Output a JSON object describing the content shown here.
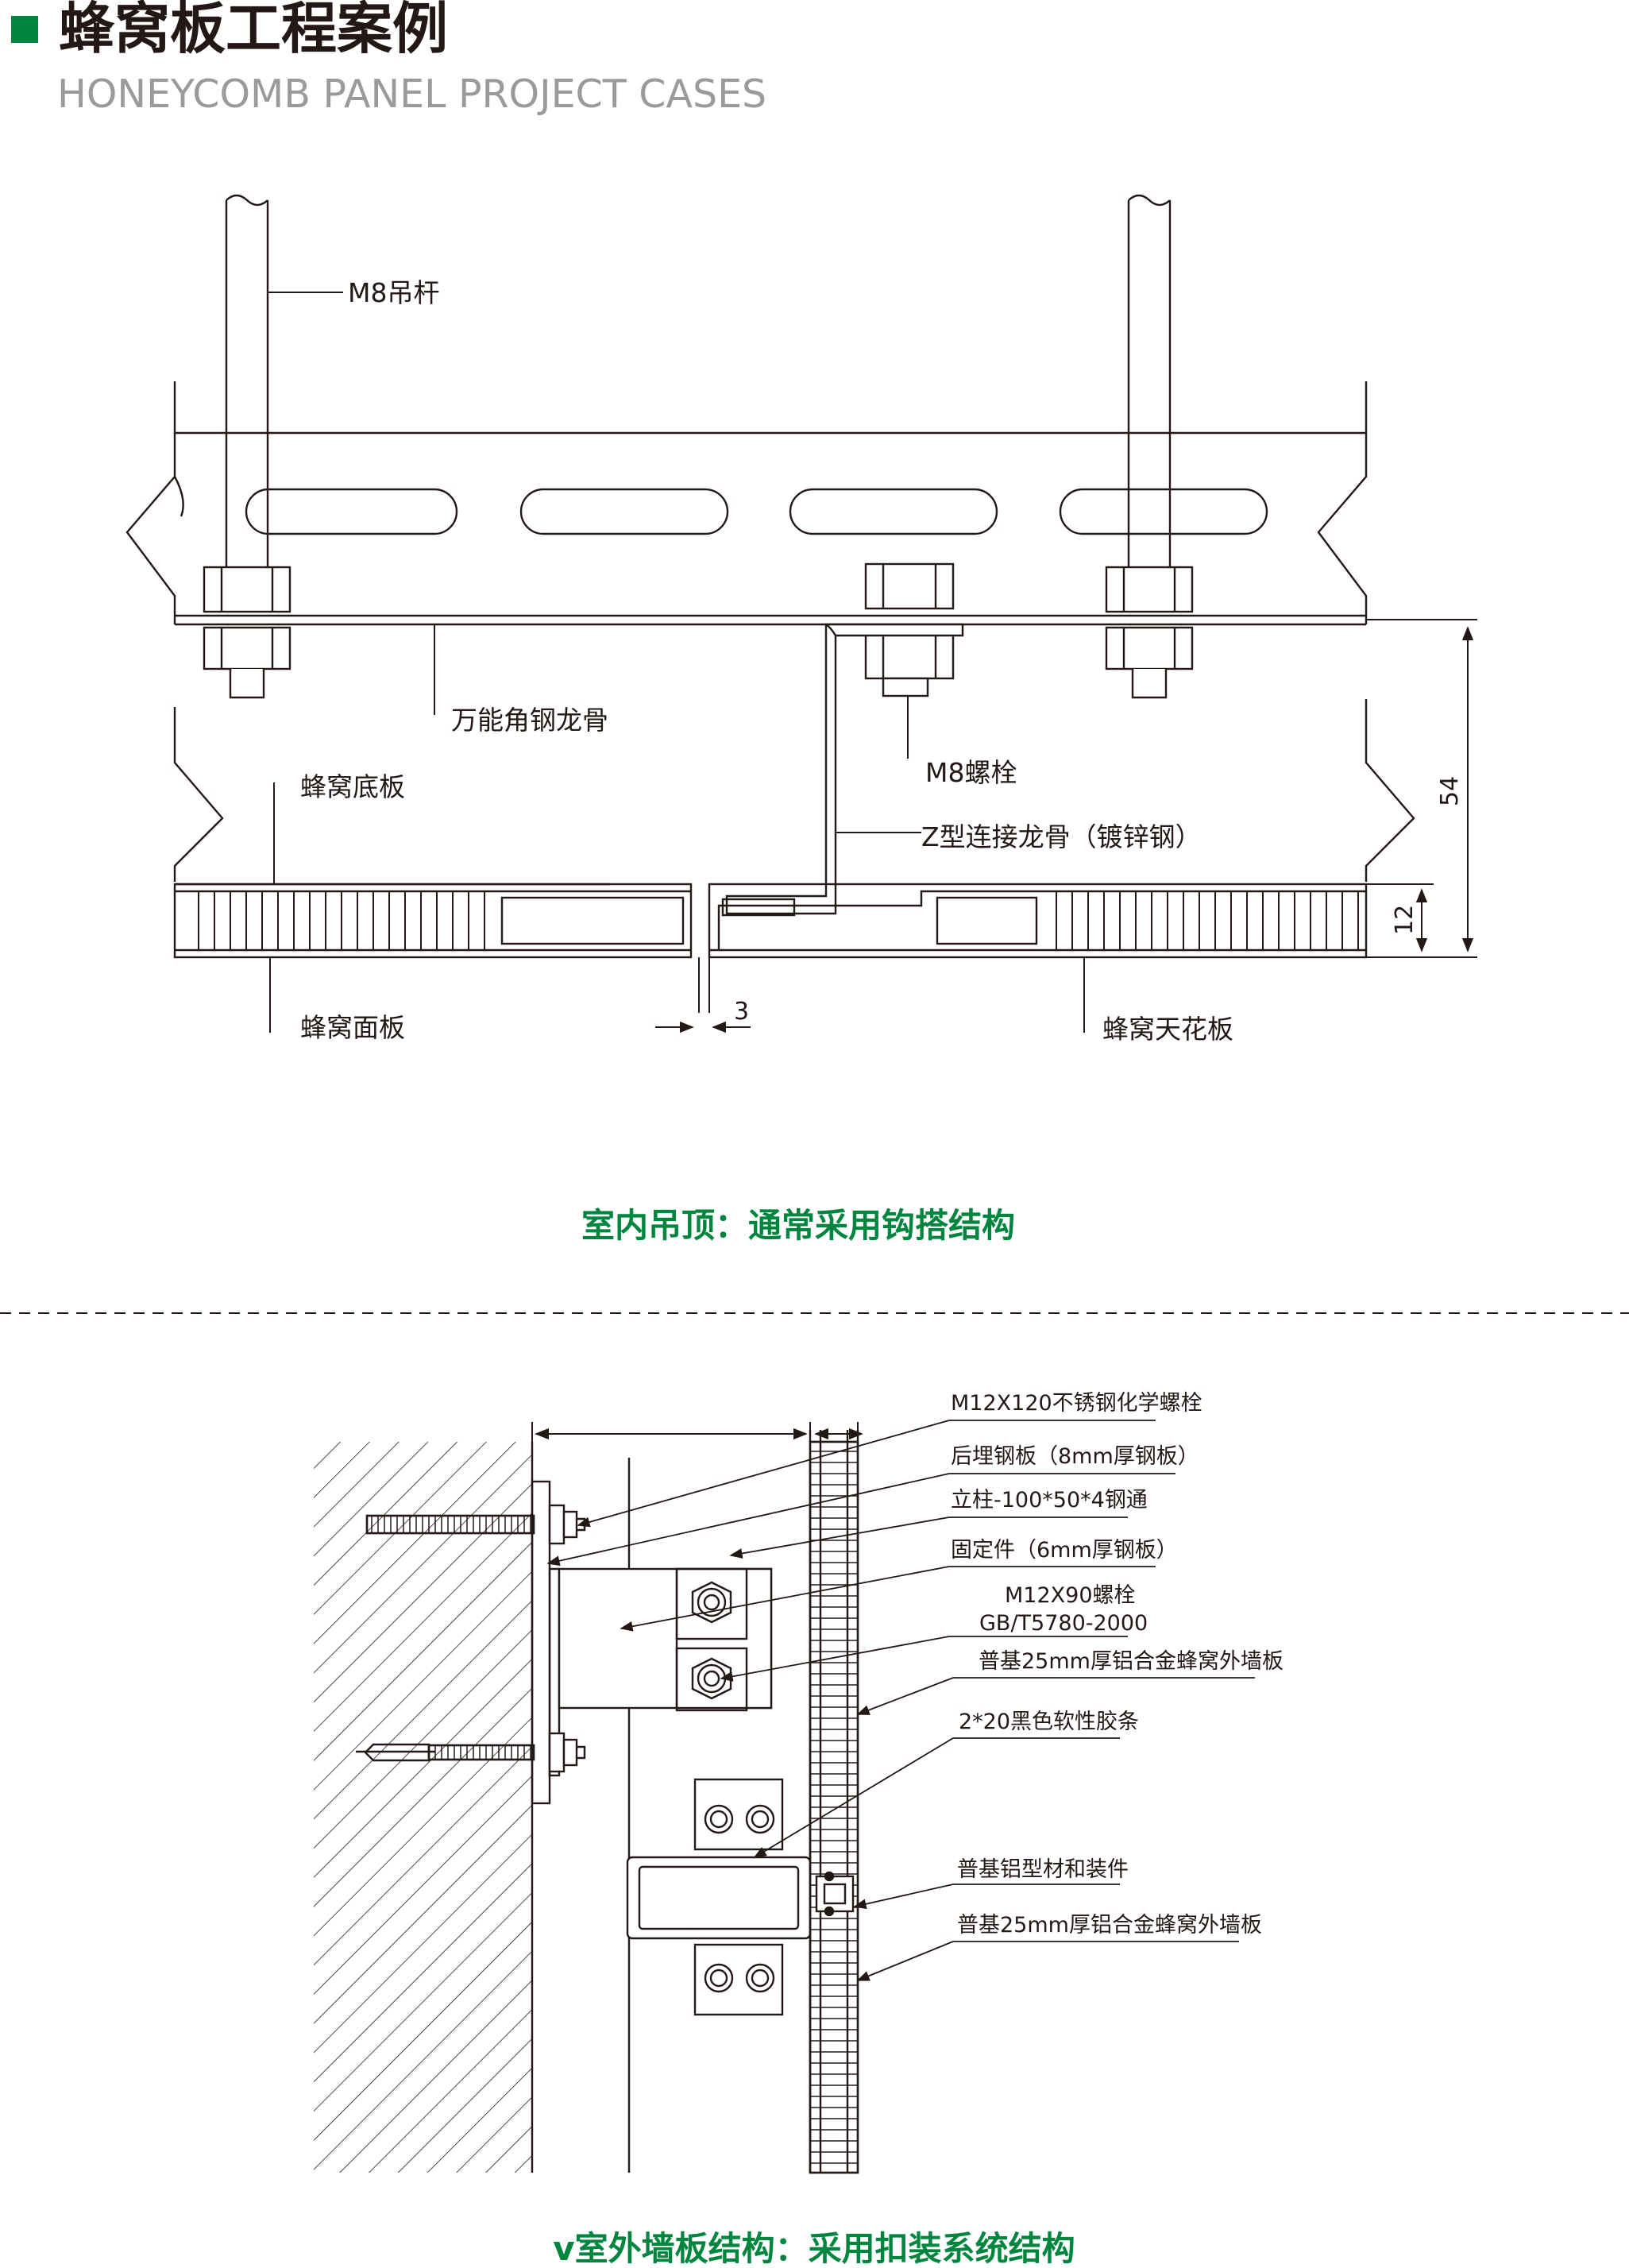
{
  "header": {
    "title_cn": "蜂窝板工程案例",
    "title_en": "HONEYCOMB PANEL PROJECT CASES"
  },
  "colors": {
    "accent_green": "#00853E",
    "line": "#231815",
    "subtitle_gray": "#9a9a9a"
  },
  "diagram_top": {
    "labels": {
      "hanger_rod": "M8吊杆",
      "angle_keel": "万能角钢龙骨",
      "bottom_panel": "蜂窝底板",
      "bolt": "M8螺栓",
      "z_keel": "Z型连接龙骨（镀锌钢）",
      "face_panel": "蜂窝面板",
      "ceiling_panel": "蜂窝天花板"
    },
    "dimensions": {
      "total_height": "54",
      "panel_height": "12",
      "gap": "3"
    },
    "caption": "室内吊顶：通常采用钩搭结构"
  },
  "diagram_bottom": {
    "labels": {
      "chem_bolt": "M12X120不锈钢化学螺栓",
      "embed_plate": "后埋钢板（8mm厚钢板）",
      "column": "立柱-100*50*4钢通",
      "fixing": "固定件（6mm厚钢板）",
      "bolt_m12": "M12X90螺栓",
      "bolt_std": "GB/T5780-2000",
      "wall_panel_1": "普基25mm厚铝合金蜂窝外墙板",
      "rubber_strip": "2*20黑色软性胶条",
      "alu_profile": "普基铝型材和装件",
      "wall_panel_2": "普基25mm厚铝合金蜂窝外墙板"
    },
    "caption": "v室外墙板结构：采用扣装系统结构"
  }
}
